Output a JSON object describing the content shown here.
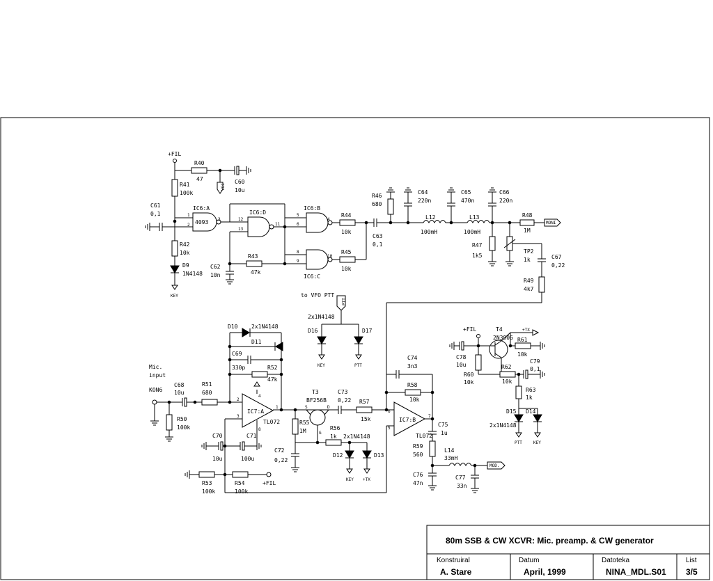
{
  "title_block": {
    "title": "80m SSB & CW XCVR: Mic. preamp. & CW generator",
    "designer_label": "Konstruiral",
    "designer": "A. Stare",
    "date_label": "Datum",
    "date": "April, 1999",
    "file_label": "Datoteka",
    "file": "NINA_MDL.S01",
    "sheet_label": "List",
    "sheet": "3/5"
  },
  "labels": {
    "fil_top": "+FIL",
    "r40": "R40",
    "r40v": "47",
    "r41": "R41",
    "r41v": "100k",
    "vcc": "VCC",
    "c60": "C60",
    "c60v": "10u",
    "c61": "C61",
    "c61v": "0,1",
    "ic6a": "IC6:A",
    "ic6a_type": "4093",
    "ic6d": "IC6:D",
    "ic6b": "IC6:B",
    "ic6c": "IC6:C",
    "r42": "R42",
    "r42v": "10k",
    "d9": "D9",
    "d9v": "1N4148",
    "key1": "KEY",
    "c62": "C62",
    "c62v": "10n",
    "r43": "R43",
    "r43v": "47k",
    "r44": "R44",
    "r44v": "10k",
    "r45": "R45",
    "r45v": "10k",
    "c63": "C63",
    "c63v": "0,1",
    "r46": "R46",
    "r46v": "680",
    "c64": "C64",
    "c64v": "220n",
    "l12": "L12",
    "l12v": "100mH",
    "c65": "C65",
    "c65v": "470n",
    "l13": "L13",
    "l13v": "100mH",
    "c66": "C66",
    "c66v": "220n",
    "r48": "R48",
    "r48v": "1M",
    "moni": "MONI",
    "r47": "R47",
    "r47v": "1k5",
    "tp2": "TP2",
    "tp2v": "1k",
    "c67": "C67",
    "c67v": "0,22",
    "r49": "R49",
    "r49v": "4k7",
    "to_vfo": "to VFO PTT",
    "ptt_tag": "PTT",
    "d16_17_type": "2x1N4148",
    "d16": "D16",
    "d17": "D17",
    "key2": "KEY",
    "ptt2": "PTT",
    "d10": "D10",
    "d10_11_type": "2x1N4148",
    "d11": "D11",
    "c69": "C69",
    "c69v": "330p",
    "r52": "R52",
    "r52v": "47k",
    "mic": "Mic.",
    "mic2": "input",
    "kon6": "KON6",
    "c68": "C68",
    "c68v": "10u",
    "r51": "R51",
    "r51v": "680",
    "r50": "R50",
    "r50v": "100k",
    "ic7a": "IC7:A",
    "tl072a": "TL072",
    "t3": "T3",
    "t3v": "BF256B",
    "c73": "C73",
    "c73v": "0,22",
    "r57": "R57",
    "r57v": "15k",
    "c74": "C74",
    "c74v": "3n3",
    "r58": "R58",
    "r58v": "10k",
    "ic7b": "IC7:B",
    "tl072b": "TL072",
    "c75": "C75",
    "c75v": "1u",
    "r55": "R55",
    "r55v": "1M",
    "r56": "R56",
    "r56v": "1k",
    "d12_13_type": "2x1N4148",
    "d12": "D12",
    "d13": "D13",
    "key3": "KEY",
    "tx3": "+TX",
    "c70": "C70",
    "c70v": "10u",
    "c71": "C71",
    "c71v": "100u",
    "c72": "C72",
    "c72v": "0,22",
    "r53": "R53",
    "r53v": "100k",
    "r54": "R54",
    "r54v": "100k",
    "fil_bot": "+FIL",
    "r59": "R59",
    "r59v": "560",
    "l14": "L14",
    "l14v": "33mH",
    "mod": "MOD.",
    "c76": "C76",
    "c76v": "47n",
    "c77": "C77",
    "c77v": "33n",
    "fil_r": "+FIL",
    "t4": "T4",
    "t4v": "2N3906",
    "tx_r": "+TX",
    "c78": "C78",
    "c78v": "10u",
    "r61": "R61",
    "r61v": "10k",
    "c79": "C79",
    "c79v": "0,1",
    "r60": "R60",
    "r60v": "10k",
    "r62": "R62",
    "r62v": "10k",
    "r63": "R63",
    "r63v": "1k",
    "d15": "D15",
    "d14": "D14",
    "d14_15_type": "2x1N4148",
    "ptt4": "PTT",
    "key4": "KEY",
    "pin1": "1",
    "pin2": "2",
    "pin3": "3",
    "pin4": "4",
    "pin5": "5",
    "pin6": "6",
    "pin7": "7",
    "pin8": "8",
    "pin9": "9",
    "pin10": "10",
    "pin11": "11",
    "pin12": "12",
    "pin13": "13",
    "pinS": "S",
    "pinD": "D",
    "pinG": "G"
  }
}
